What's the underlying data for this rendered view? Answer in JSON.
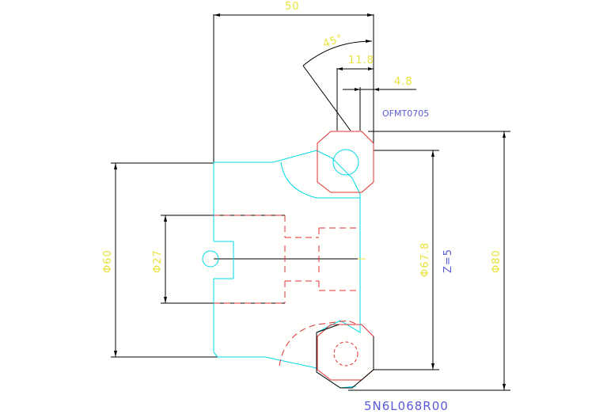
{
  "drawing": {
    "part_code": "5N6L068R00",
    "insert_code": "OFMT0705",
    "teeth": "Z=5"
  },
  "dimensions": {
    "width_50": "50",
    "angle_45": "45°",
    "d_11_8": "11.8",
    "d_4_8": "4.8",
    "dia_60": "Φ60",
    "dia_27": "Φ27",
    "dia_67_8": "Φ67.8",
    "dia_80": "Φ80"
  },
  "colors": {
    "dimension_line": "#000000",
    "dimension_text": "#e8e23a",
    "outline_cyan": "#00d8e8",
    "insert_red": "#e23030",
    "hidden_red": "#e23030",
    "label_blue": "#5a5ad8",
    "centerline_yellow": "#e8e23a"
  }
}
